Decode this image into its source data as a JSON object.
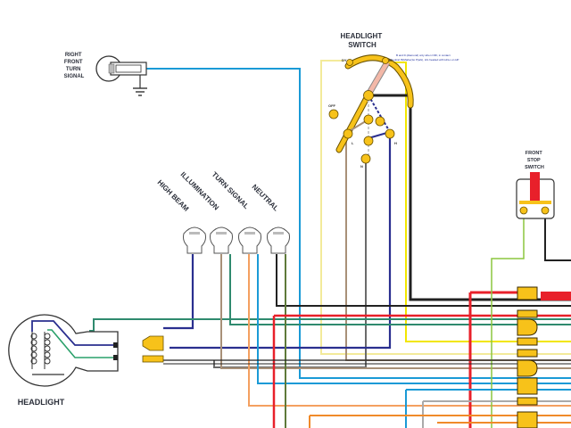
{
  "labels": {
    "right_front_turn_signal": [
      "RIGHT",
      "FRONT",
      "TURN",
      "SIGNAL"
    ],
    "headlight_switch": [
      "HEADLIGHT",
      "SWITCH"
    ],
    "switch_note": [
      "B and D (diamond) only when OFF, in contact",
      "Neutral: B(Marker)to P(ark), H/L headed with Hi/Lo on HP"
    ],
    "switch_terminals": {
      "dy": "DY",
      "b": "B",
      "off": "OFF",
      "l": "L",
      "h": "H",
      "n": "N"
    },
    "front_stop_switch": [
      "FRONT",
      "STOP",
      "SWITCH"
    ],
    "indicators": [
      "HIGH BEAM",
      "ILLUMINATION",
      "TURN SIGNAL",
      "NEUTRAL"
    ],
    "headlight": "HEADLIGHT"
  },
  "colors": {
    "blue": "#1a9ad6",
    "navy": "#2a2f8f",
    "green": "#2f8a6e",
    "brown": "#a89078",
    "orange": "#f4a060",
    "darkorange": "#f08a2a",
    "red": "#e8202a",
    "olive": "#5e7a3a",
    "black": "#222222",
    "grey": "#6a6a6a",
    "lightgrey": "#aaaaaa",
    "yellow": "#f2e600",
    "paleyellow": "#f3ea9a",
    "lime": "#8cc63f",
    "connector": "#f7c21a"
  }
}
